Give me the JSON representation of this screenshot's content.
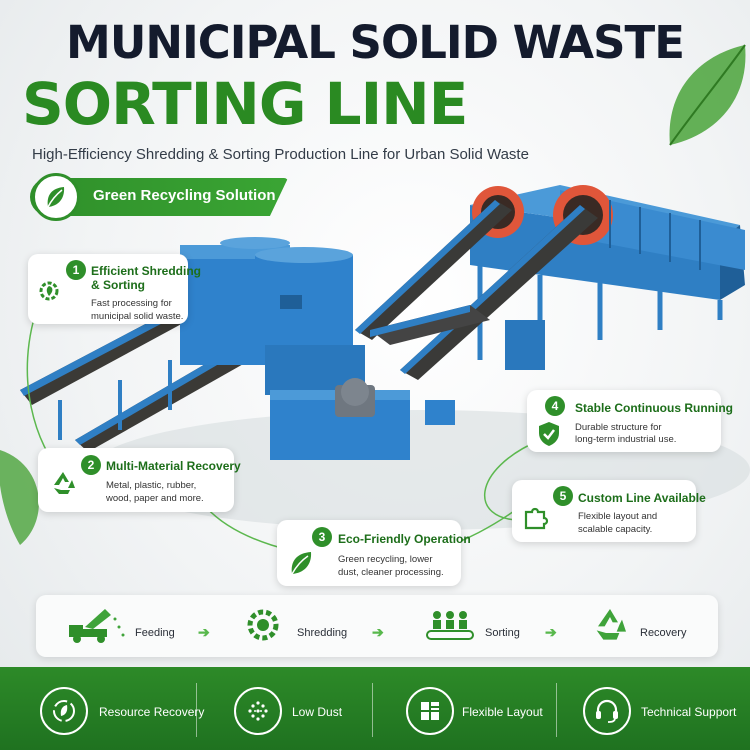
{
  "header": {
    "title_line1": "MUNICIPAL SOLID WASTE",
    "title_line2": "SORTING LINE",
    "subtitle": "High-Efficiency Shredding & Sorting Production Line for Urban Solid Waste"
  },
  "badge": {
    "label": "Green Recycling Solution",
    "icon": "leaf-icon"
  },
  "colors": {
    "green": "#2f8f2a",
    "dark_navy": "#141b2d",
    "machine_blue": "#2a7fc9",
    "footer_green": "#1f7220"
  },
  "features": [
    {
      "number": "1",
      "title_a": "Efficient Shredding",
      "title_b": "& Sorting",
      "desc_a": "Fast processing for",
      "desc_b": "municipal solid waste.",
      "icon": "gear-leaf-icon"
    },
    {
      "number": "2",
      "title_a": "Multi-Material Recovery",
      "title_b": "",
      "desc_a": "Metal, plastic, rubber,",
      "desc_b": "wood, paper and more.",
      "icon": "recycle-icon"
    },
    {
      "number": "3",
      "title_a": "Eco-Friendly Operation",
      "title_b": "",
      "desc_a": "Green recycling, lower",
      "desc_b": "dust, cleaner processing.",
      "icon": "leaf-icon"
    },
    {
      "number": "4",
      "title_a": "Stable Continuous Running",
      "title_b": "",
      "desc_a": "Durable structure for",
      "desc_b": "long-term industrial use.",
      "icon": "shield-check-icon"
    },
    {
      "number": "5",
      "title_a": "Custom Line Available",
      "title_b": "",
      "desc_a": "Flexible layout and",
      "desc_b": "scalable capacity.",
      "icon": "puzzle-icon"
    }
  ],
  "process": {
    "steps": [
      {
        "label": "Feeding",
        "icon": "truck-icon"
      },
      {
        "label": "Shredding",
        "icon": "gear-icon"
      },
      {
        "label": "Sorting",
        "icon": "conveyor-icon"
      },
      {
        "label": "Recovery",
        "icon": "recycle-icon"
      }
    ]
  },
  "footer": {
    "items": [
      {
        "label": "Resource Recovery",
        "icon": "recycle-leaf-icon"
      },
      {
        "label": "Low Dust",
        "icon": "dust-dots-icon"
      },
      {
        "label": "Flexible Layout",
        "icon": "grid-layout-icon"
      },
      {
        "label": "Technical Support",
        "icon": "headset-icon"
      }
    ]
  }
}
